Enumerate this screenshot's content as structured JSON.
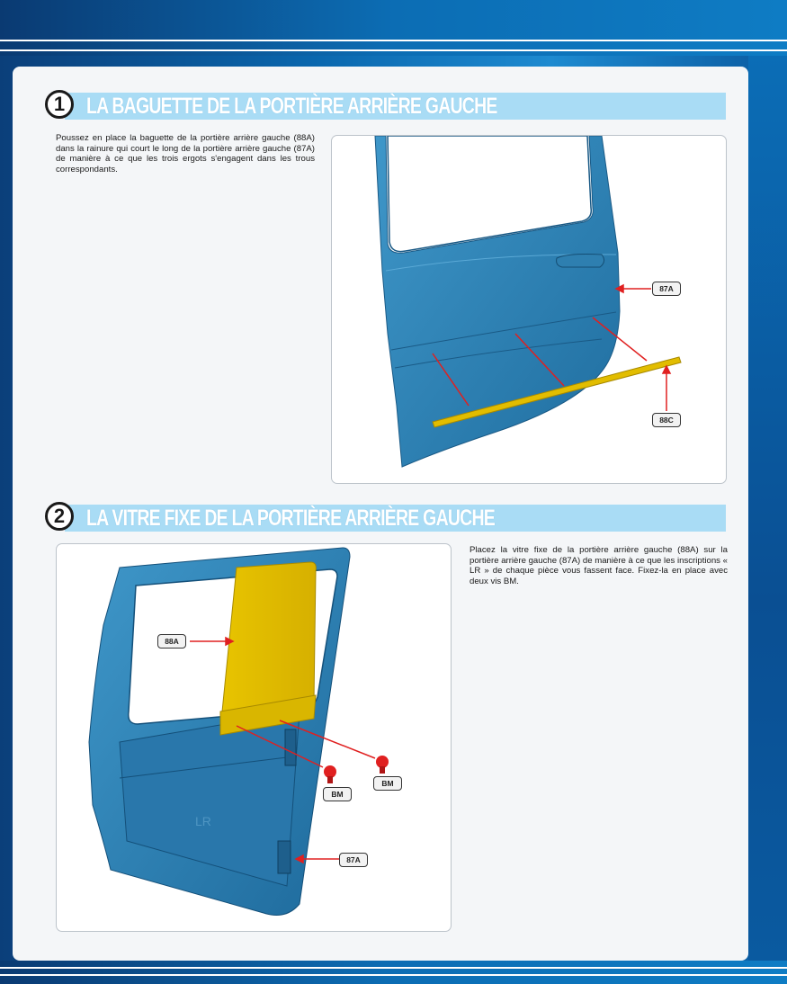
{
  "colors": {
    "accent_blue": "#0a67ae",
    "header_bar": "#a9dcf5",
    "door_blue": "#2a7fb3",
    "part_yellow": "#e6c200",
    "arrow_red": "#e02020"
  },
  "step1": {
    "number": "1",
    "title": "LA BAGUETTE DE LA PORTIÈRE ARRIÈRE GAUCHE",
    "text": "Poussez en place la baguette de la portière arrière gauche (88A) dans la rainure qui court le long de la portière arrière gauche (87A) de manière à ce que les trois ergots s'engagent dans les trous correspondants.",
    "labels": {
      "door": "87A",
      "trim": "88C"
    }
  },
  "step2": {
    "number": "2",
    "title": "LA VITRE FIXE DE LA PORTIÈRE ARRIÈRE GAUCHE",
    "text": "Placez la vitre fixe de la portière arrière gauche (88A) sur la portière arrière gauche (87A) de manière à ce que les inscriptions « LR » de chaque pièce vous fassent face. Fixez-la en place avec deux vis BM.",
    "labels": {
      "glass": "88A",
      "screw_left": "BM",
      "screw_right": "BM",
      "door": "87A",
      "engraving": "LR"
    }
  }
}
